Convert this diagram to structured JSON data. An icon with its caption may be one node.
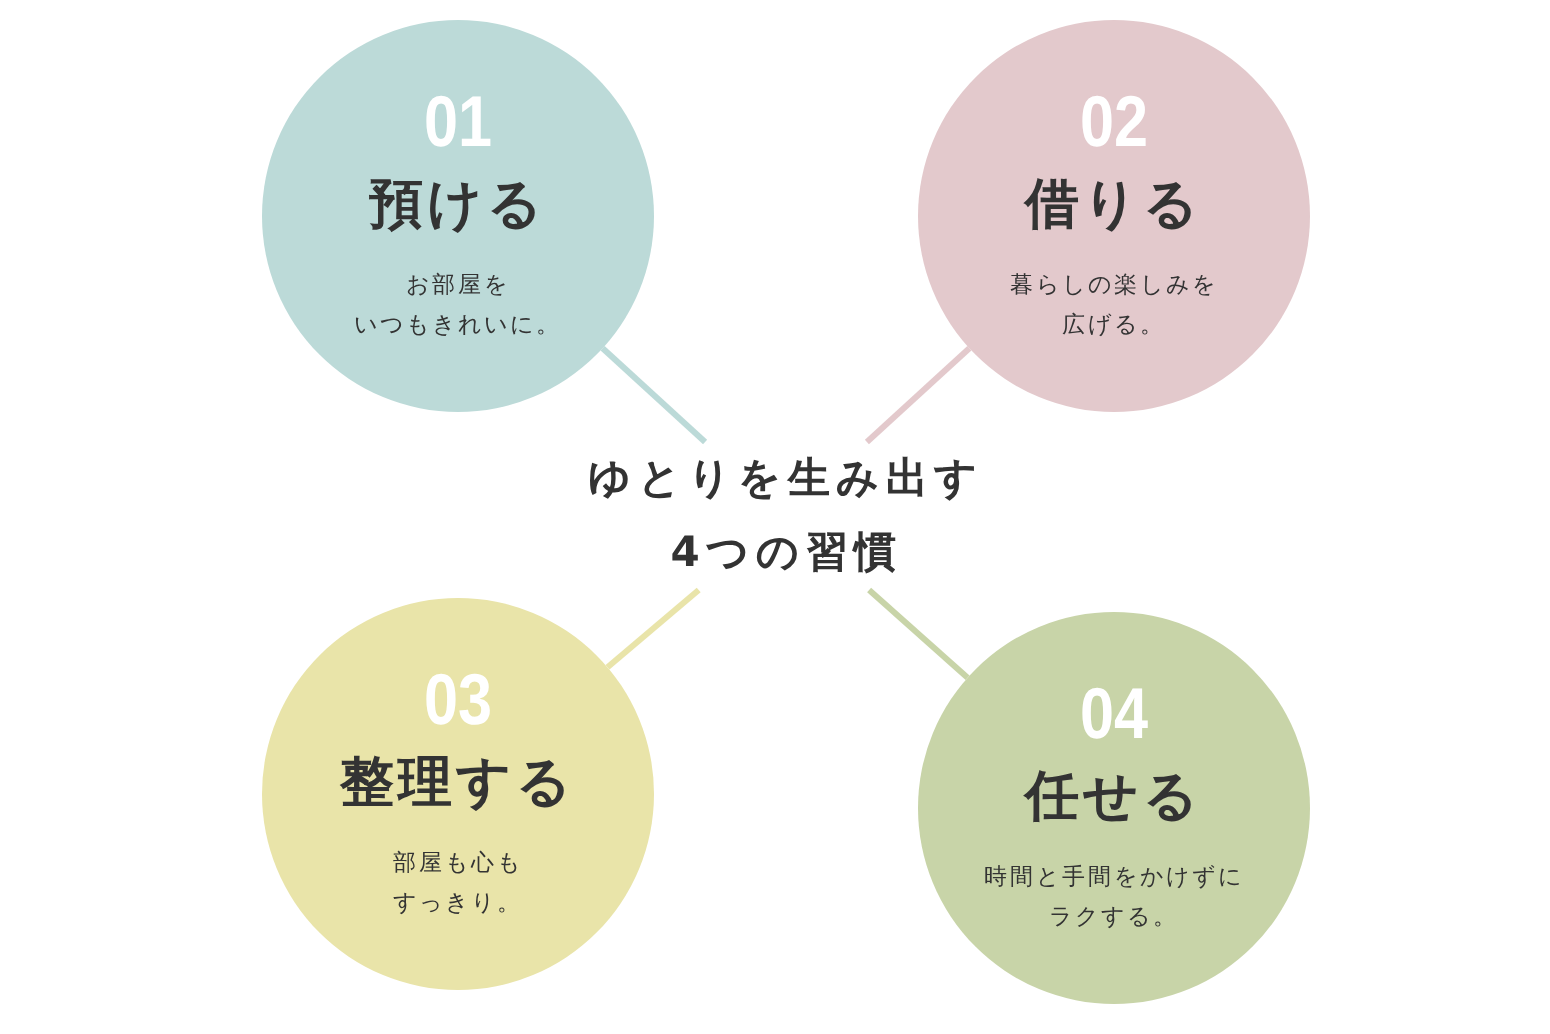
{
  "diagram": {
    "nodes": [
      {
        "text": [
          "01",
          "預ける",
          "お部屋をいつもきれいに。"
        ]
      },
      {
        "text": [
          "02",
          "借りる",
          "暮らしの楽しみを広げる。"
        ]
      },
      {
        "text": [
          "ゆとりを生み出す4つの習慣"
        ]
      },
      {
        "text": [
          "03",
          "整理する",
          "部屋も心もすっきり。"
        ]
      },
      {
        "text": [
          "04",
          "任せる",
          "時間と手間をかけずにラクする。"
        ]
      }
    ],
    "edges": [
      {
        "from": 2,
        "to": 0,
        "arrow": "none",
        "color": "#bcdad8"
      },
      {
        "from": 2,
        "to": 1,
        "arrow": "none",
        "color": "#e3c9cc"
      },
      {
        "from": 2,
        "to": 3,
        "arrow": "none",
        "color": "#e9e4a9"
      },
      {
        "from": 2,
        "to": 4,
        "arrow": "none",
        "color": "#c8d4a8"
      }
    ]
  }
}
